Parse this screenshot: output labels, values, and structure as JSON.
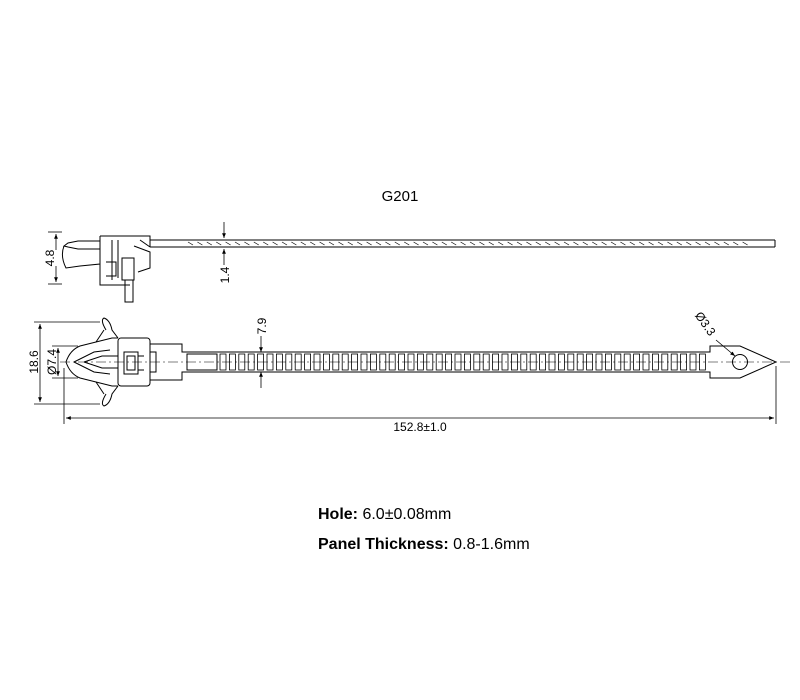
{
  "title": "G201",
  "dimensions": {
    "side_height": "4.8",
    "side_thickness": "1.4",
    "rib_width": "7.9",
    "head_height": "18.6",
    "clip_diameter": "Ø7.4",
    "hole_diameter": "Ø3.3",
    "overall_length": "152.8±1.0"
  },
  "specs": {
    "hole_label": "Hole:",
    "hole_value": "6.0±0.08mm",
    "panel_label": "Panel Thickness:",
    "panel_value": "0.8-1.6mm"
  },
  "colors": {
    "line": "#000000",
    "background": "#ffffff"
  }
}
